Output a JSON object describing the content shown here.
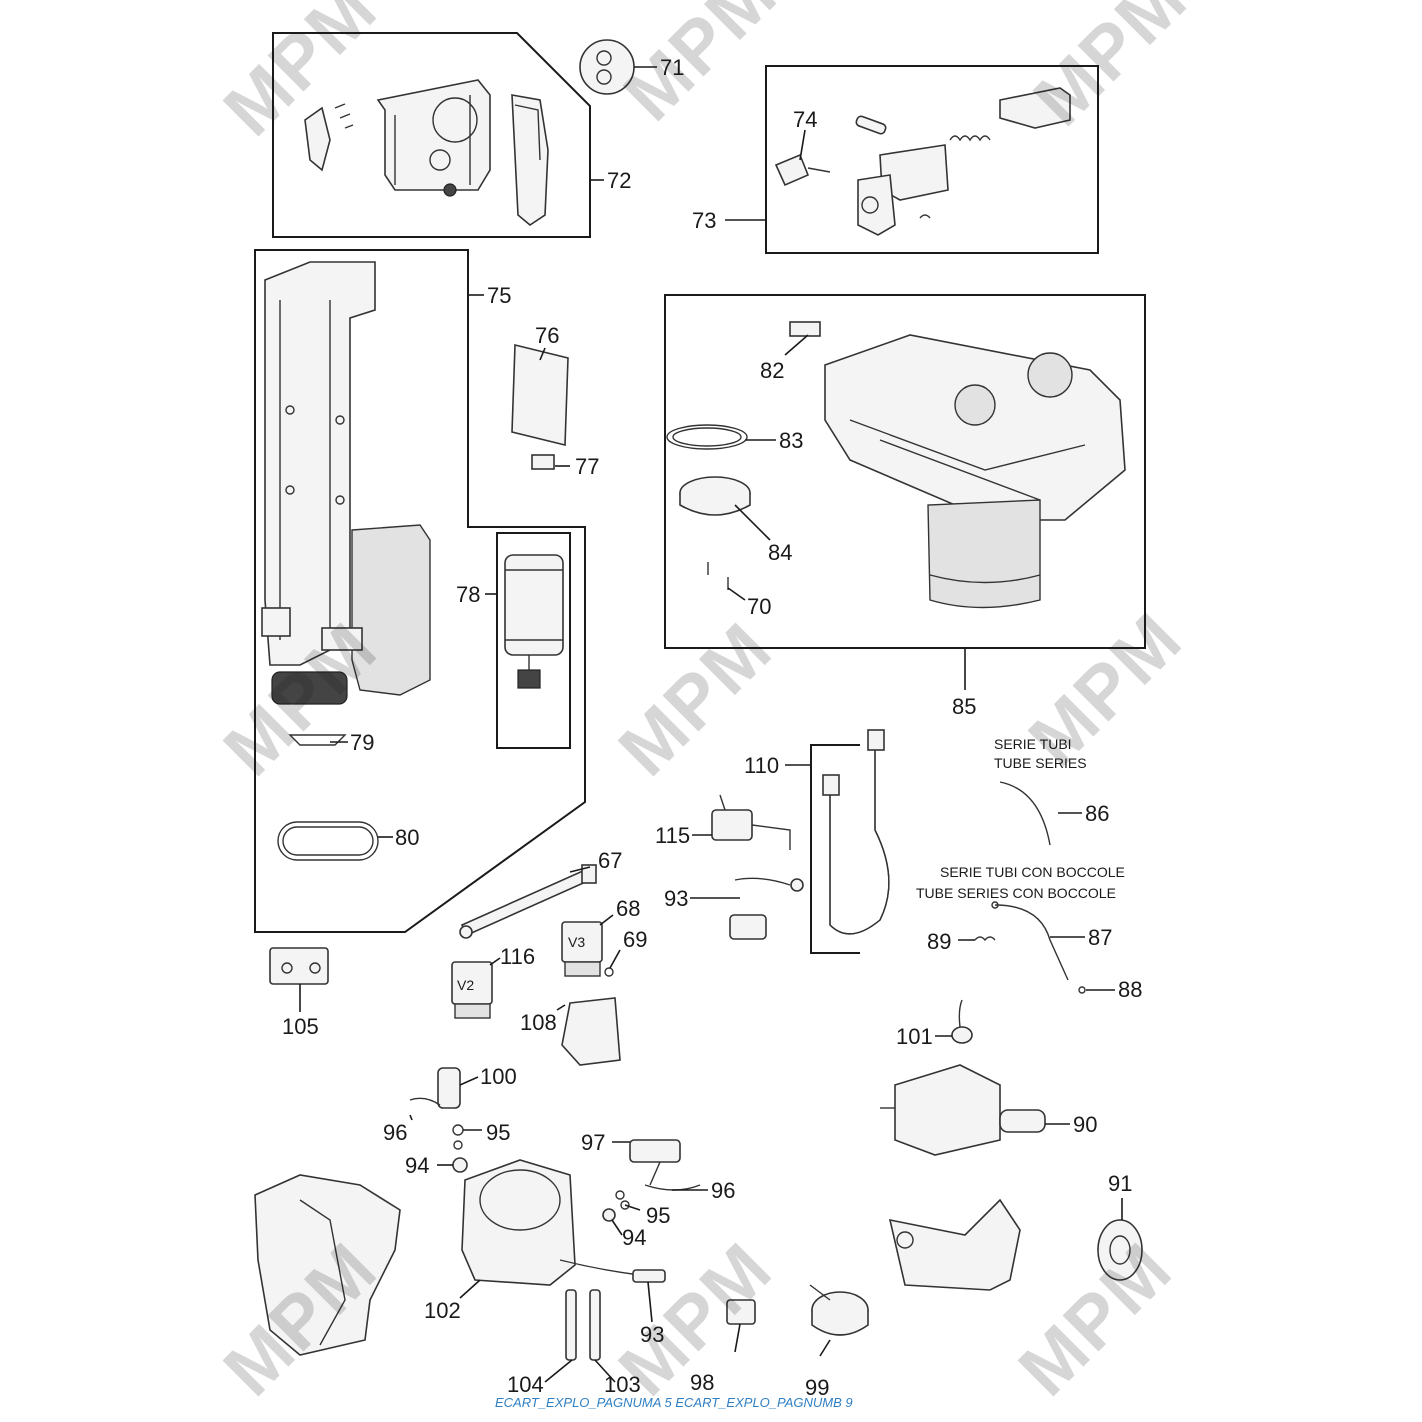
{
  "watermark": "MPM",
  "captions": {
    "tube_series_it": "SERIE TUBI",
    "tube_series_en": "TUBE SERIES",
    "tube_series_bushings_it": "SERIE TUBI CON BOCCOLE",
    "tube_series_bushings_en": "TUBE SERIES CON BOCCOLE"
  },
  "footer": "ECART_EXPLO_PAGNUMA 5 ECART_EXPLO_PAGNUMB 9",
  "labels": {
    "p67": "67",
    "p68": "68",
    "p69": "69",
    "p70": "70",
    "p71": "71",
    "p72": "72",
    "p73": "73",
    "p74": "74",
    "p75": "75",
    "p76": "76",
    "p77": "77",
    "p78": "78",
    "p79": "79",
    "p80": "80",
    "p82": "82",
    "p83": "83",
    "p84": "84",
    "p85": "85",
    "p86": "86",
    "p87": "87",
    "p88": "88",
    "p89": "89",
    "p90": "90",
    "p91": "91",
    "p93a": "93",
    "p93b": "93",
    "p94a": "94",
    "p94b": "94",
    "p95a": "95",
    "p95b": "95",
    "p96a": "96",
    "p96b": "96",
    "p97": "97",
    "p98": "98",
    "p99": "99",
    "p100": "100",
    "p101": "101",
    "p102": "102",
    "p103": "103",
    "p104": "104",
    "p105": "105",
    "p108": "108",
    "p110": "110",
    "p115": "115",
    "p116": "116"
  },
  "valve_marks": {
    "v2": "V2",
    "v3": "V3"
  }
}
